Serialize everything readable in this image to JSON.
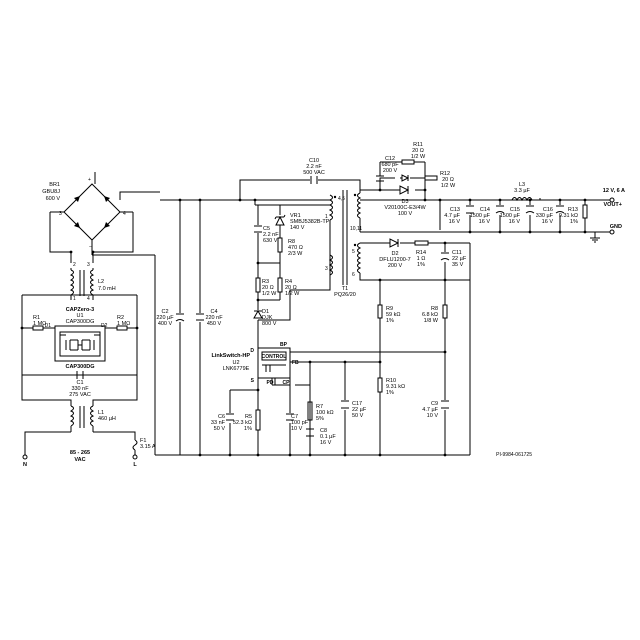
{
  "output": {
    "label_voltage": "12 V, 6 A",
    "label_vout": "VOUT+",
    "label_gnd": "GND"
  },
  "input": {
    "label_range": "85 - 265",
    "label_vac": "VAC",
    "label_n": "N",
    "label_l": "L"
  },
  "doc_id": "PI-9984-061725",
  "components": {
    "br1": [
      "BR1",
      "GBU8J",
      "600 V"
    ],
    "l2": [
      "L2",
      "7.0 mH"
    ],
    "capzero_title": "CAPZero-3",
    "u1": [
      "U1",
      "CAP300DG"
    ],
    "u1_chip": "CAP300DG",
    "r1": [
      "R1",
      "1 MΩ"
    ],
    "r2": [
      "R2",
      "1 MΩ"
    ],
    "d1_pin": "D1",
    "d2_pin": "D2",
    "c1": [
      "C1",
      "330 nF",
      "275 VAC"
    ],
    "l1": [
      "L1",
      "460 µH"
    ],
    "f1": [
      "F1",
      "3.15 A"
    ],
    "c2": [
      "C2",
      "220 µF",
      "400 V"
    ],
    "c4": [
      "C4",
      "220 nF",
      "450 V"
    ],
    "c10": [
      "C10",
      "2.2 nF",
      "500 VAC"
    ],
    "vr1": [
      "VR1",
      "SMBJ5382B-TP",
      "140 V"
    ],
    "c5": [
      "C5",
      "2.2 nF",
      "630 V"
    ],
    "r8": [
      "R8",
      "470 Ω",
      "2/3 W"
    ],
    "r3": [
      "R3",
      "20 Ω",
      "1/2 W"
    ],
    "r4": [
      "R4",
      "20 Ω",
      "1/2 W"
    ],
    "d1": [
      "D1",
      "DJK",
      "800 V"
    ],
    "t1": [
      "T1",
      "PQ26/20"
    ],
    "t1_pins": [
      "4,5",
      "1",
      "10,11",
      "3",
      "5",
      "6"
    ],
    "c12": [
      "C12",
      "680 pF",
      "200 V"
    ],
    "r11": [
      "R11",
      "20 Ω",
      "1/2 W"
    ],
    "r12": [
      "R12",
      "20 Ω",
      "1/2 W"
    ],
    "d3": [
      "D3",
      "V20100C-E3/4W",
      "100 V"
    ],
    "c13": [
      "C13",
      "4.7 µF",
      "16 V"
    ],
    "c14": [
      "C14",
      "1500 µF",
      "16 V"
    ],
    "c15": [
      "C15",
      "1500 µF",
      "16 V"
    ],
    "l3": [
      "L3",
      "3.3 µF"
    ],
    "c16": [
      "C16",
      "330 µF",
      "16 V"
    ],
    "r13": [
      "R13",
      "9.31 kΩ",
      "1%"
    ],
    "d2": [
      "D2",
      "DFLU1200-7",
      "200 V"
    ],
    "r14": [
      "R14",
      "1 Ω",
      "1%"
    ],
    "c11": [
      "C11",
      "22 µF",
      "35 V"
    ],
    "r9": [
      "R9",
      "59 kΩ",
      "1%"
    ],
    "r8b": [
      "R8",
      "6.8 kΩ",
      "1/8 W"
    ],
    "linkswitch": [
      "LinkSwitch-HP",
      "U2",
      "LNK6779E"
    ],
    "u2_pins": {
      "d": "D",
      "bp": "BP",
      "fb": "FB",
      "s": "S",
      "pd": "PD",
      "cp": "CP",
      "control": "CONTROL"
    },
    "c6": [
      "C6",
      "33 nF",
      "50 V"
    ],
    "r5": [
      "R5",
      "52.3 kΩ",
      "1%"
    ],
    "c7": [
      "C7",
      "100 pF",
      "10 V"
    ],
    "r7": [
      "R7",
      "100 kΩ",
      "5%"
    ],
    "c8": [
      "C8",
      "0.1 µF",
      "16 V"
    ],
    "c17": [
      "C17",
      "22 µF",
      "50 V"
    ],
    "r10": [
      "R10",
      "9.31 kΩ",
      "1%"
    ],
    "c9": [
      "C9",
      "4.7 µF",
      "10 V"
    ]
  }
}
